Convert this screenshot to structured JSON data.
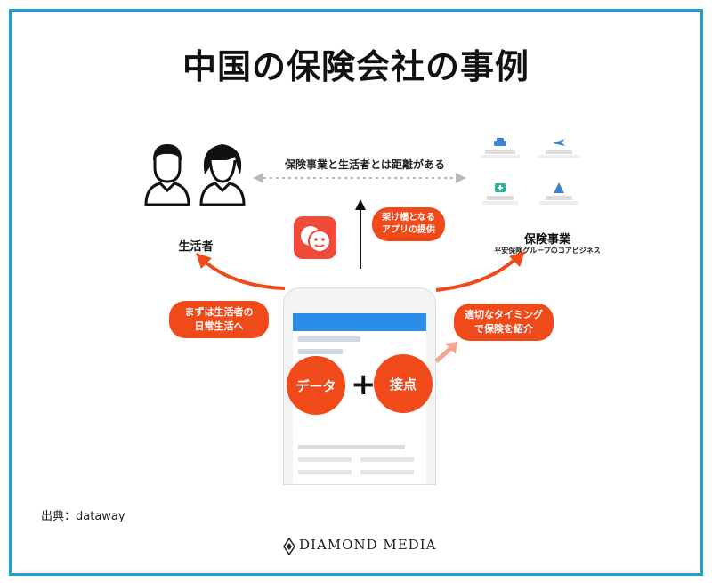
{
  "title": "中国の保険会社の事例",
  "gap_label": "保険事業と生活者とは距離がある",
  "consumer_label": "生活者",
  "business": {
    "title": "保険事業",
    "subtitle": "平安保険グループのコアビジネス"
  },
  "callouts": {
    "bridge_app": "架け橋となる\nアプリの提供",
    "daily_life": "まずは生活者の\n日常生活へ",
    "timing": "適切なタイミング\nで保険を紹介"
  },
  "circles": {
    "data": "データ",
    "touchpoint": "接点"
  },
  "plus_sign": "+",
  "source": "出典：dataway",
  "brand": "DIAMOND MEDIA",
  "colors": {
    "frame": "#1aa3d9",
    "accent": "#f04a1a",
    "arrow_pink": "#f3a68f"
  },
  "icons": [
    "person-male-icon",
    "person-female-icon",
    "app-logo-icon",
    "car-icon",
    "plane-icon",
    "health-icon",
    "travel-icon"
  ]
}
